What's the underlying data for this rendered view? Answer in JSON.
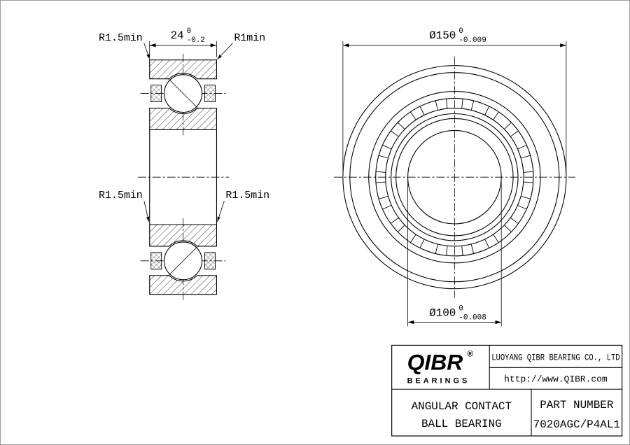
{
  "drawing": {
    "section_view": {
      "width_dim": {
        "value": "24",
        "tol_upper": "0",
        "tol_lower": "-0.2"
      },
      "callout_outer_top_left": "R1.5min",
      "callout_outer_top_right": "R1min",
      "callout_inner_left": "R1.5min",
      "callout_inner_right": "R1.5min"
    },
    "front_view": {
      "outer_dia_dim": {
        "value": "Ø150",
        "tol_upper": "0",
        "tol_lower": "-0.009"
      },
      "bore_dia_dim": {
        "value": "Ø100",
        "tol_upper": "0",
        "tol_lower": "-0.008"
      }
    }
  },
  "title_block": {
    "logo_text": "QIBR",
    "logo_reg": "®",
    "logo_sub": "BEARINGS",
    "company_name": "LUOYANG QIBR BEARING CO., LTD",
    "website": "http://www.QIBR.com",
    "product_line1": "ANGULAR CONTACT",
    "product_line2": "BALL BEARING",
    "part_number_label": "PART NUMBER",
    "part_number": "7020AGC/P4AL1"
  },
  "colors": {
    "line": "#000000",
    "logo": "#17356e"
  }
}
